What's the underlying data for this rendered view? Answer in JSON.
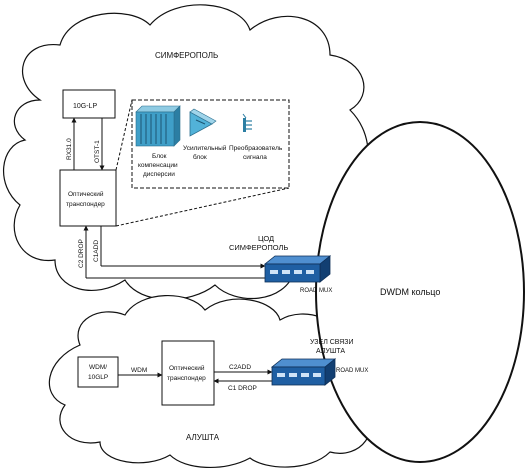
{
  "regions": {
    "top_cloud": "СИМФЕРОПОЛЬ",
    "bottom_cloud": "АЛУШТА",
    "ring": "DWDM кольцо"
  },
  "simferopol": {
    "module_10g": "10G-LP",
    "transponder_line1": "Оптический",
    "transponder_line2": "транспондер",
    "link_rx": "RX31.0",
    "link_tx": "OTST-1",
    "link_c2drop": "C2 DROP",
    "link_c1add": "C1ADD",
    "detail": {
      "dcm_line1": "Блок",
      "dcm_line2": "компенсации",
      "dcm_line3": "дисперсии",
      "amp_line1": "Усилительный",
      "amp_line2": "блок",
      "conv_line1": "Преобразователь",
      "conv_line2": "сигнала"
    },
    "node_line1": "ЦОД",
    "node_line2": "СИМФЕРОПОЛЬ",
    "roadm": "ROAD MUX"
  },
  "alushta": {
    "wdm_line1": "WDM/",
    "wdm_line2": "10GLP",
    "link_wdm": "WDM",
    "transponder_line1": "Оптический",
    "transponder_line2": "транспондер",
    "link_c2add": "C2ADD",
    "link_c1drop": "C1 DROP",
    "node_line1": "УЗЕЛ СВЯЗИ",
    "node_line2": "АЛУШТА",
    "roadm": "ROAD MUX"
  },
  "colors": {
    "roadm_face": "#1f5fa3",
    "roadm_top": "#4f8fd0",
    "roadm_side": "#123f72",
    "dcm": "#3f9fc8",
    "amp": "#52b2d8",
    "line": "#111111"
  },
  "icons": [
    "dispersion-compensation-icon",
    "amplifier-icon",
    "signal-converter-icon",
    "roadm-mux-icon"
  ]
}
